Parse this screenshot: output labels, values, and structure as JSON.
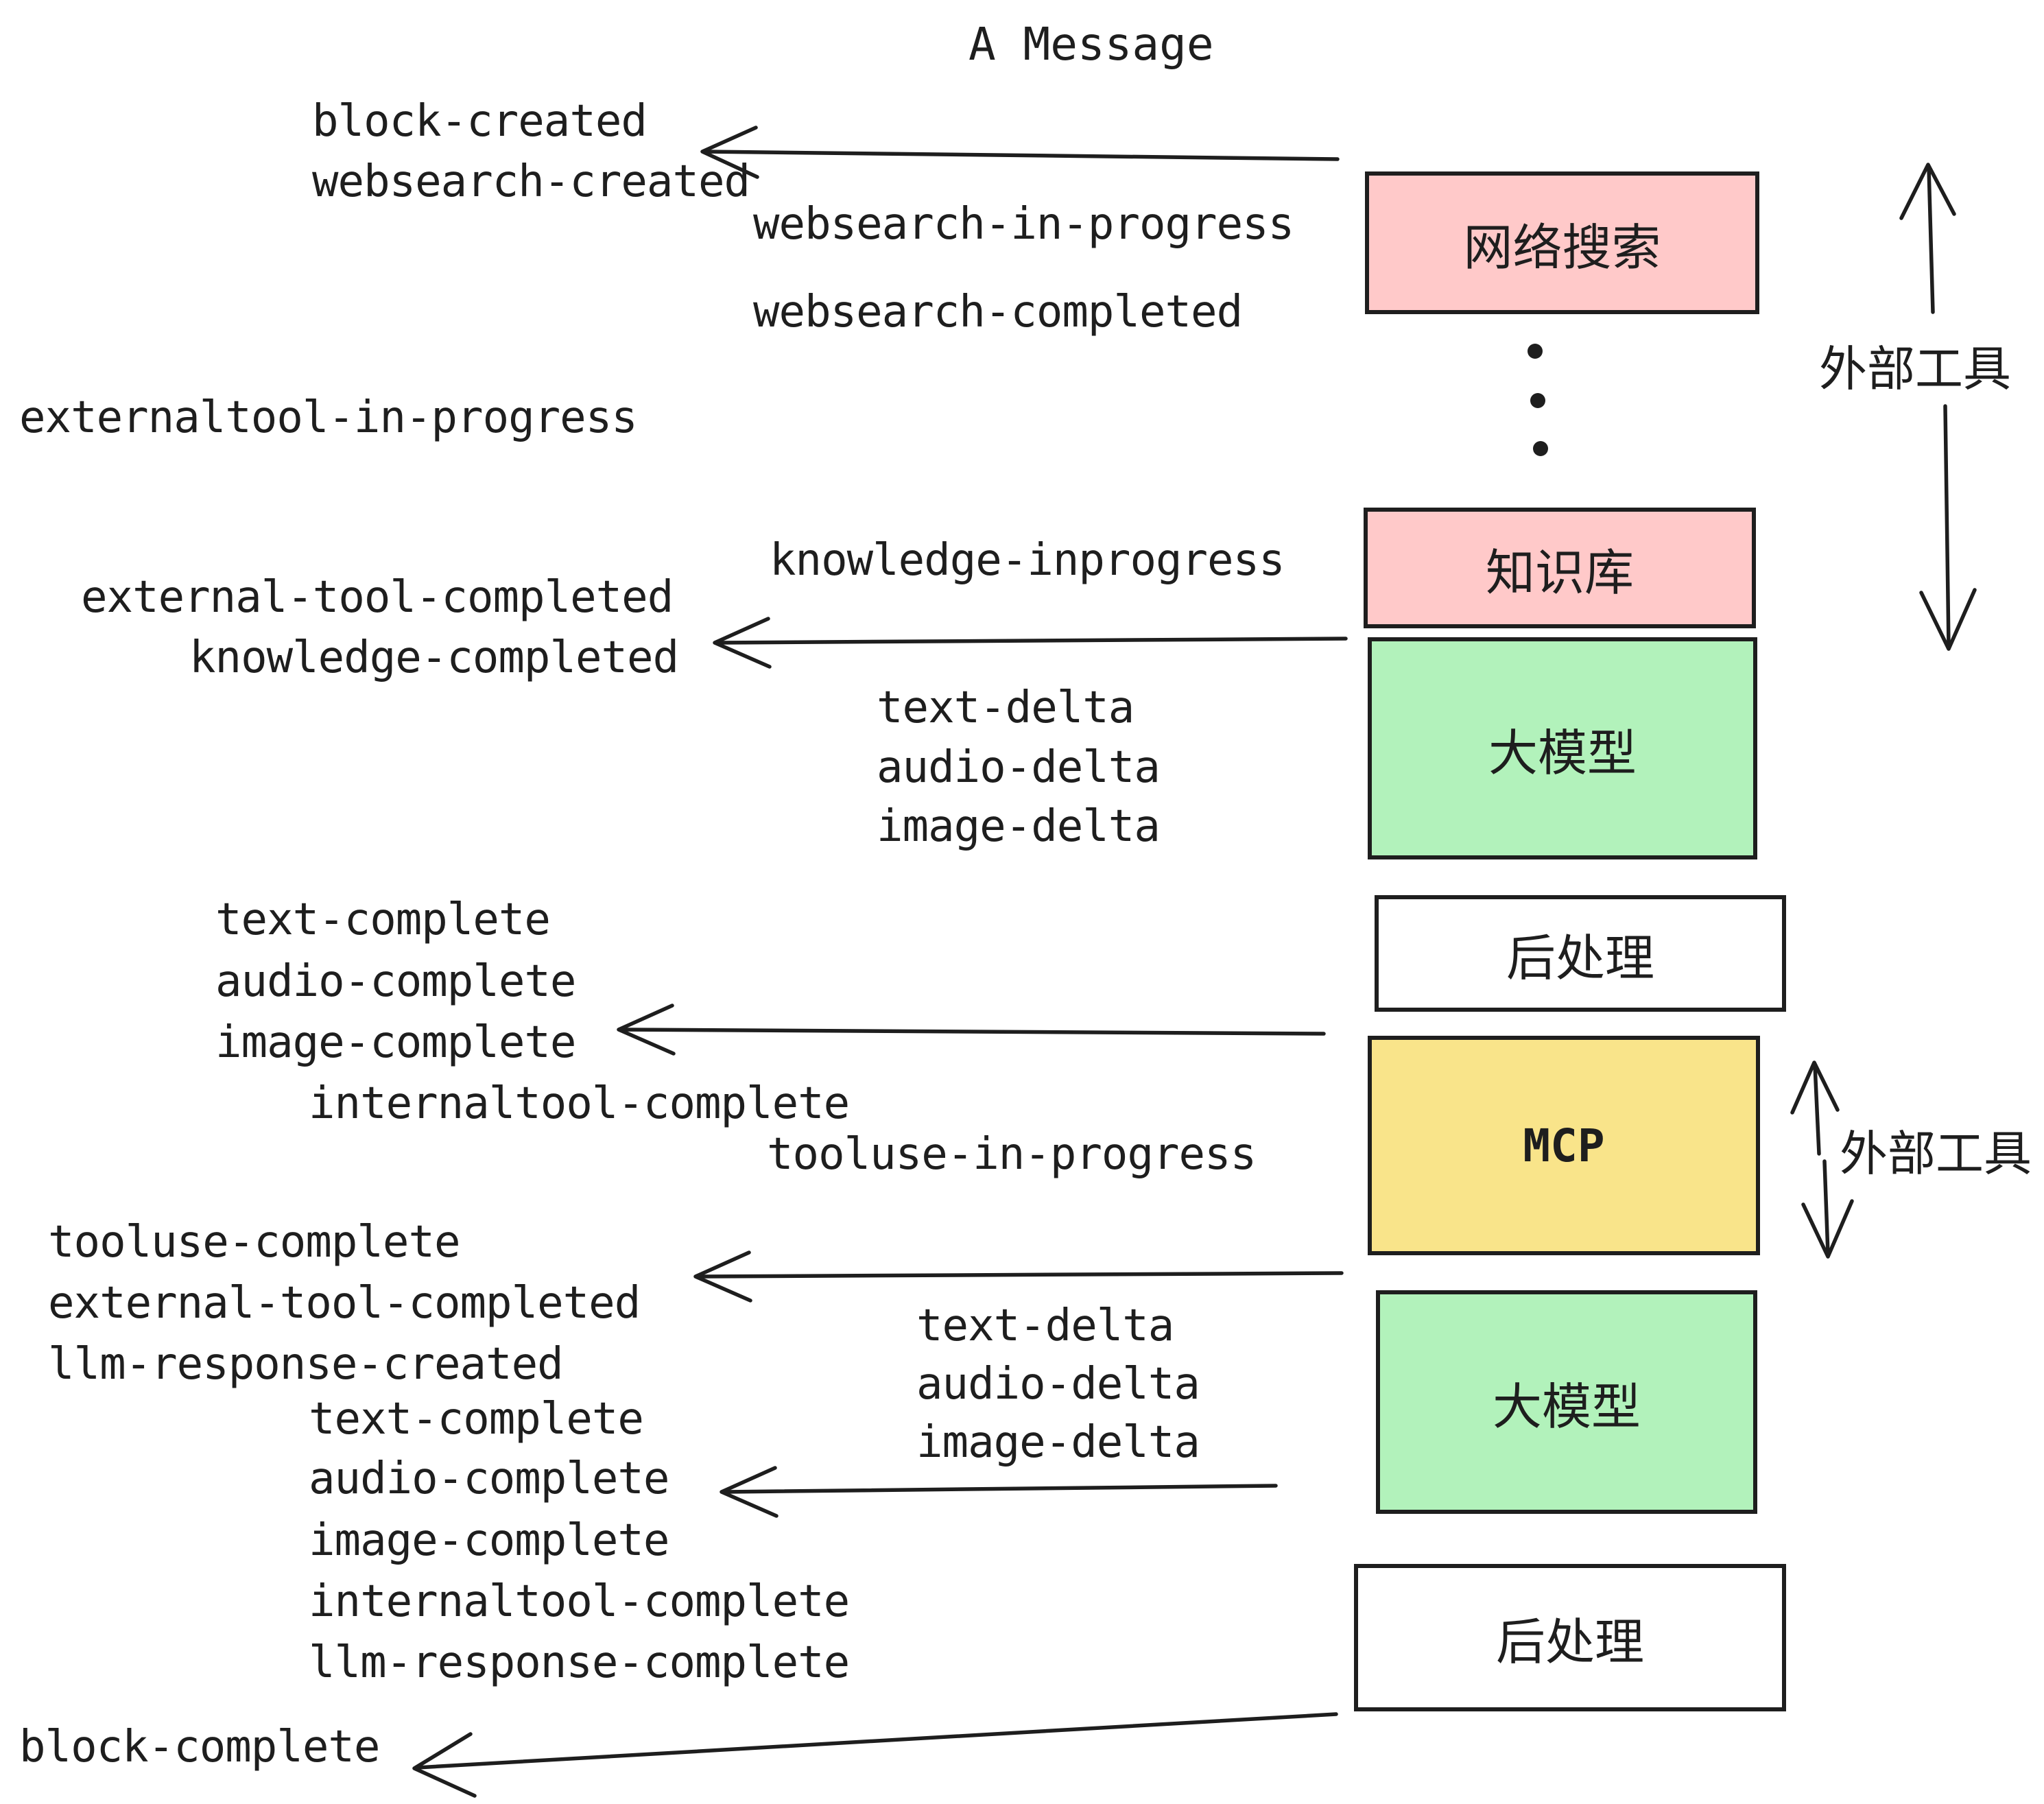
{
  "title": "A Message",
  "colors": {
    "ink": "#1e1e1e",
    "box_pink": "#ffc9c9",
    "box_green": "#b2f2bb",
    "box_yellow": "#f9e48a",
    "box_white": "#ffffff",
    "background": "#ffffff"
  },
  "boxes": [
    {
      "id": "web-search",
      "label": "网络搜索"
    },
    {
      "id": "knowledge-base",
      "label": "知识库"
    },
    {
      "id": "llm-1",
      "label": "大模型"
    },
    {
      "id": "post-process-1",
      "label": "后处理"
    },
    {
      "id": "mcp",
      "label": "MCP"
    },
    {
      "id": "llm-2",
      "label": "大模型"
    },
    {
      "id": "post-process-2",
      "label": "后处理"
    }
  ],
  "side_annotations": [
    {
      "label": "外部工具"
    },
    {
      "label": "外部工具"
    }
  ],
  "events": [
    "block-created",
    "websearch-created",
    "websearch-in-progress",
    "websearch-completed",
    "externaltool-in-progress",
    "knowledge-inprogress",
    "external-tool-completed",
    "knowledge-completed",
    "text-delta",
    "audio-delta",
    "image-delta",
    "text-complete",
    "audio-complete",
    "image-complete",
    "internaltool-complete",
    "tooluse-in-progress",
    "tooluse-complete",
    "external-tool-completed",
    "llm-response-created",
    "text-complete",
    "audio-complete",
    "image-complete",
    "internaltool-complete",
    "llm-response-complete",
    "block-complete",
    "text-delta",
    "audio-delta",
    "image-delta"
  ]
}
